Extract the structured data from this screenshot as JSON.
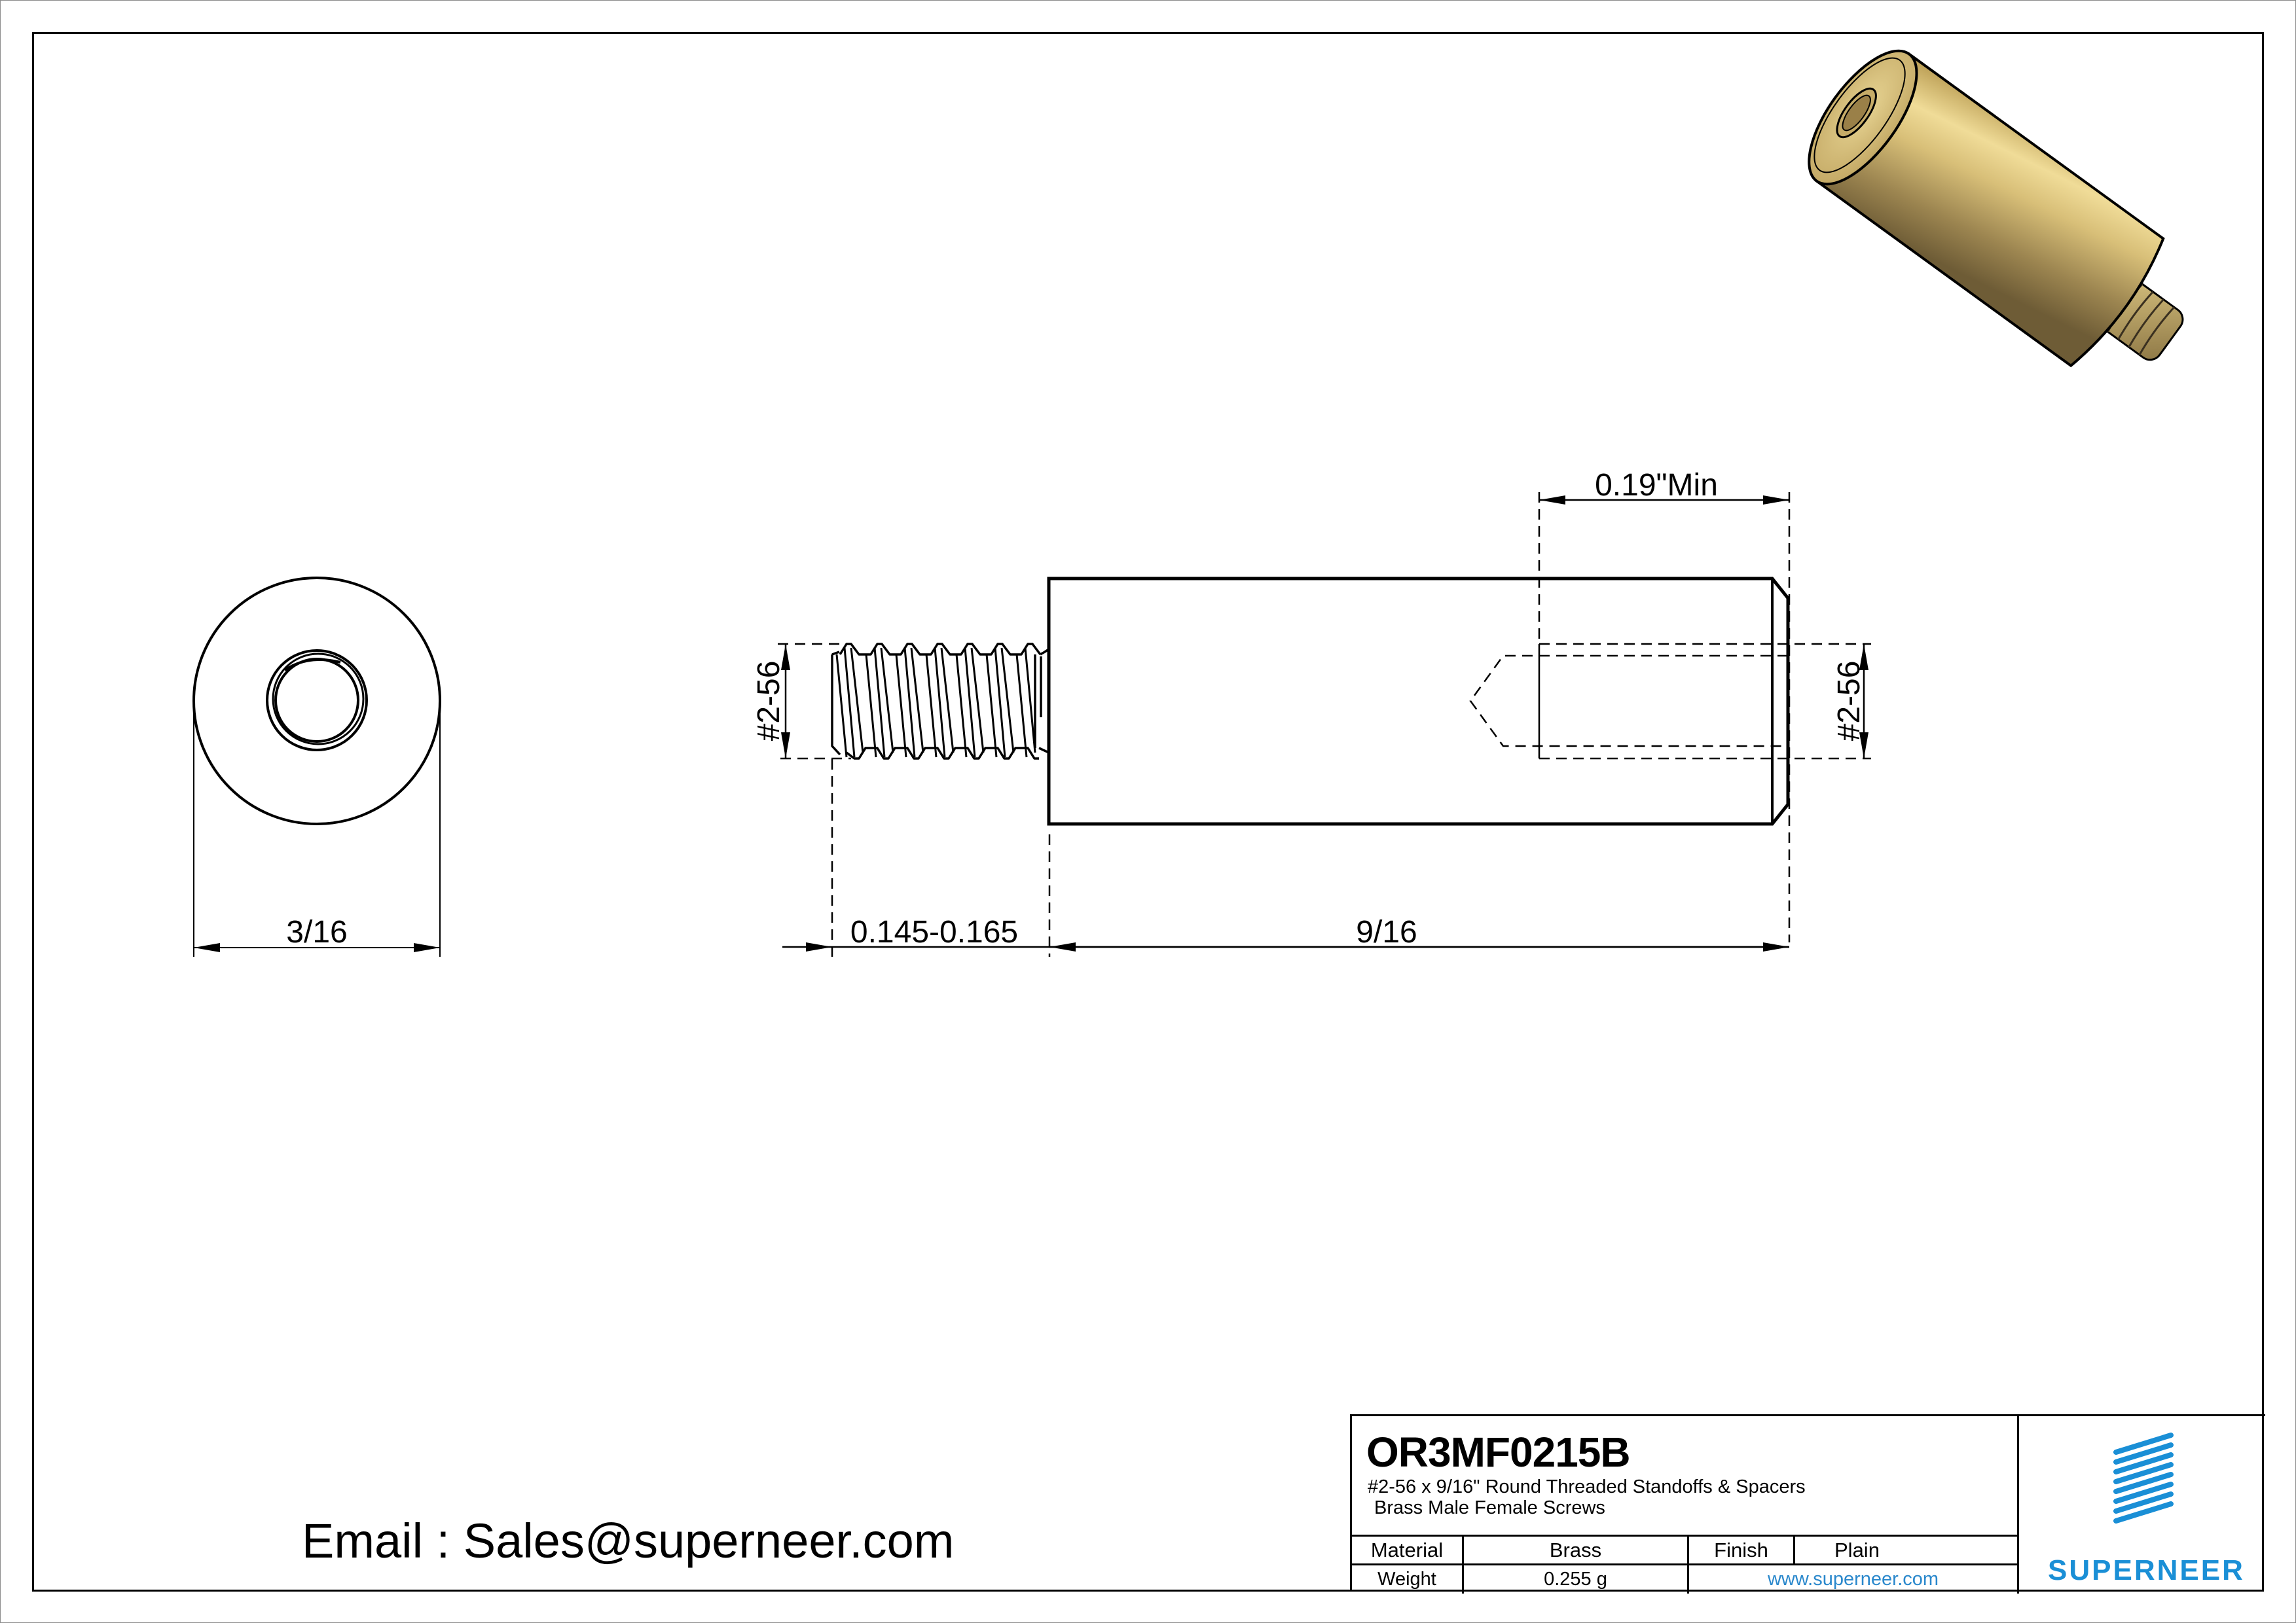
{
  "sheet": {
    "email_label": "Email : Sales@superneer.com"
  },
  "end_view": {
    "diameter_dim": "3/16"
  },
  "side_view": {
    "male_thread_dim": "#2-56",
    "female_thread_dim": "#2-56",
    "thread_length_dim": "0.145-0.165",
    "body_length_dim": "9/16",
    "female_depth_dim": "0.19\"Min"
  },
  "title_block": {
    "part_number": "OR3MF0215B",
    "description_line1": "#2-56 x 9/16\" Round Threaded Standoffs & Spacers",
    "description_line2": "Brass Male Female Screws",
    "material_label": "Material",
    "material_value": "Brass",
    "finish_label": "Finish",
    "finish_value": "Plain",
    "weight_label": "Weight",
    "weight_value": "0.255 g",
    "website": "www.superneer.com",
    "logo_text": "SUPERNEER"
  },
  "colors": {
    "brand_blue": "#1a8fd6",
    "link_blue": "#2a88cc",
    "brass_light": "#e8d08a",
    "brass_dark": "#8a7440"
  },
  "render_3d": {
    "icon": "brass-standoff-render"
  }
}
